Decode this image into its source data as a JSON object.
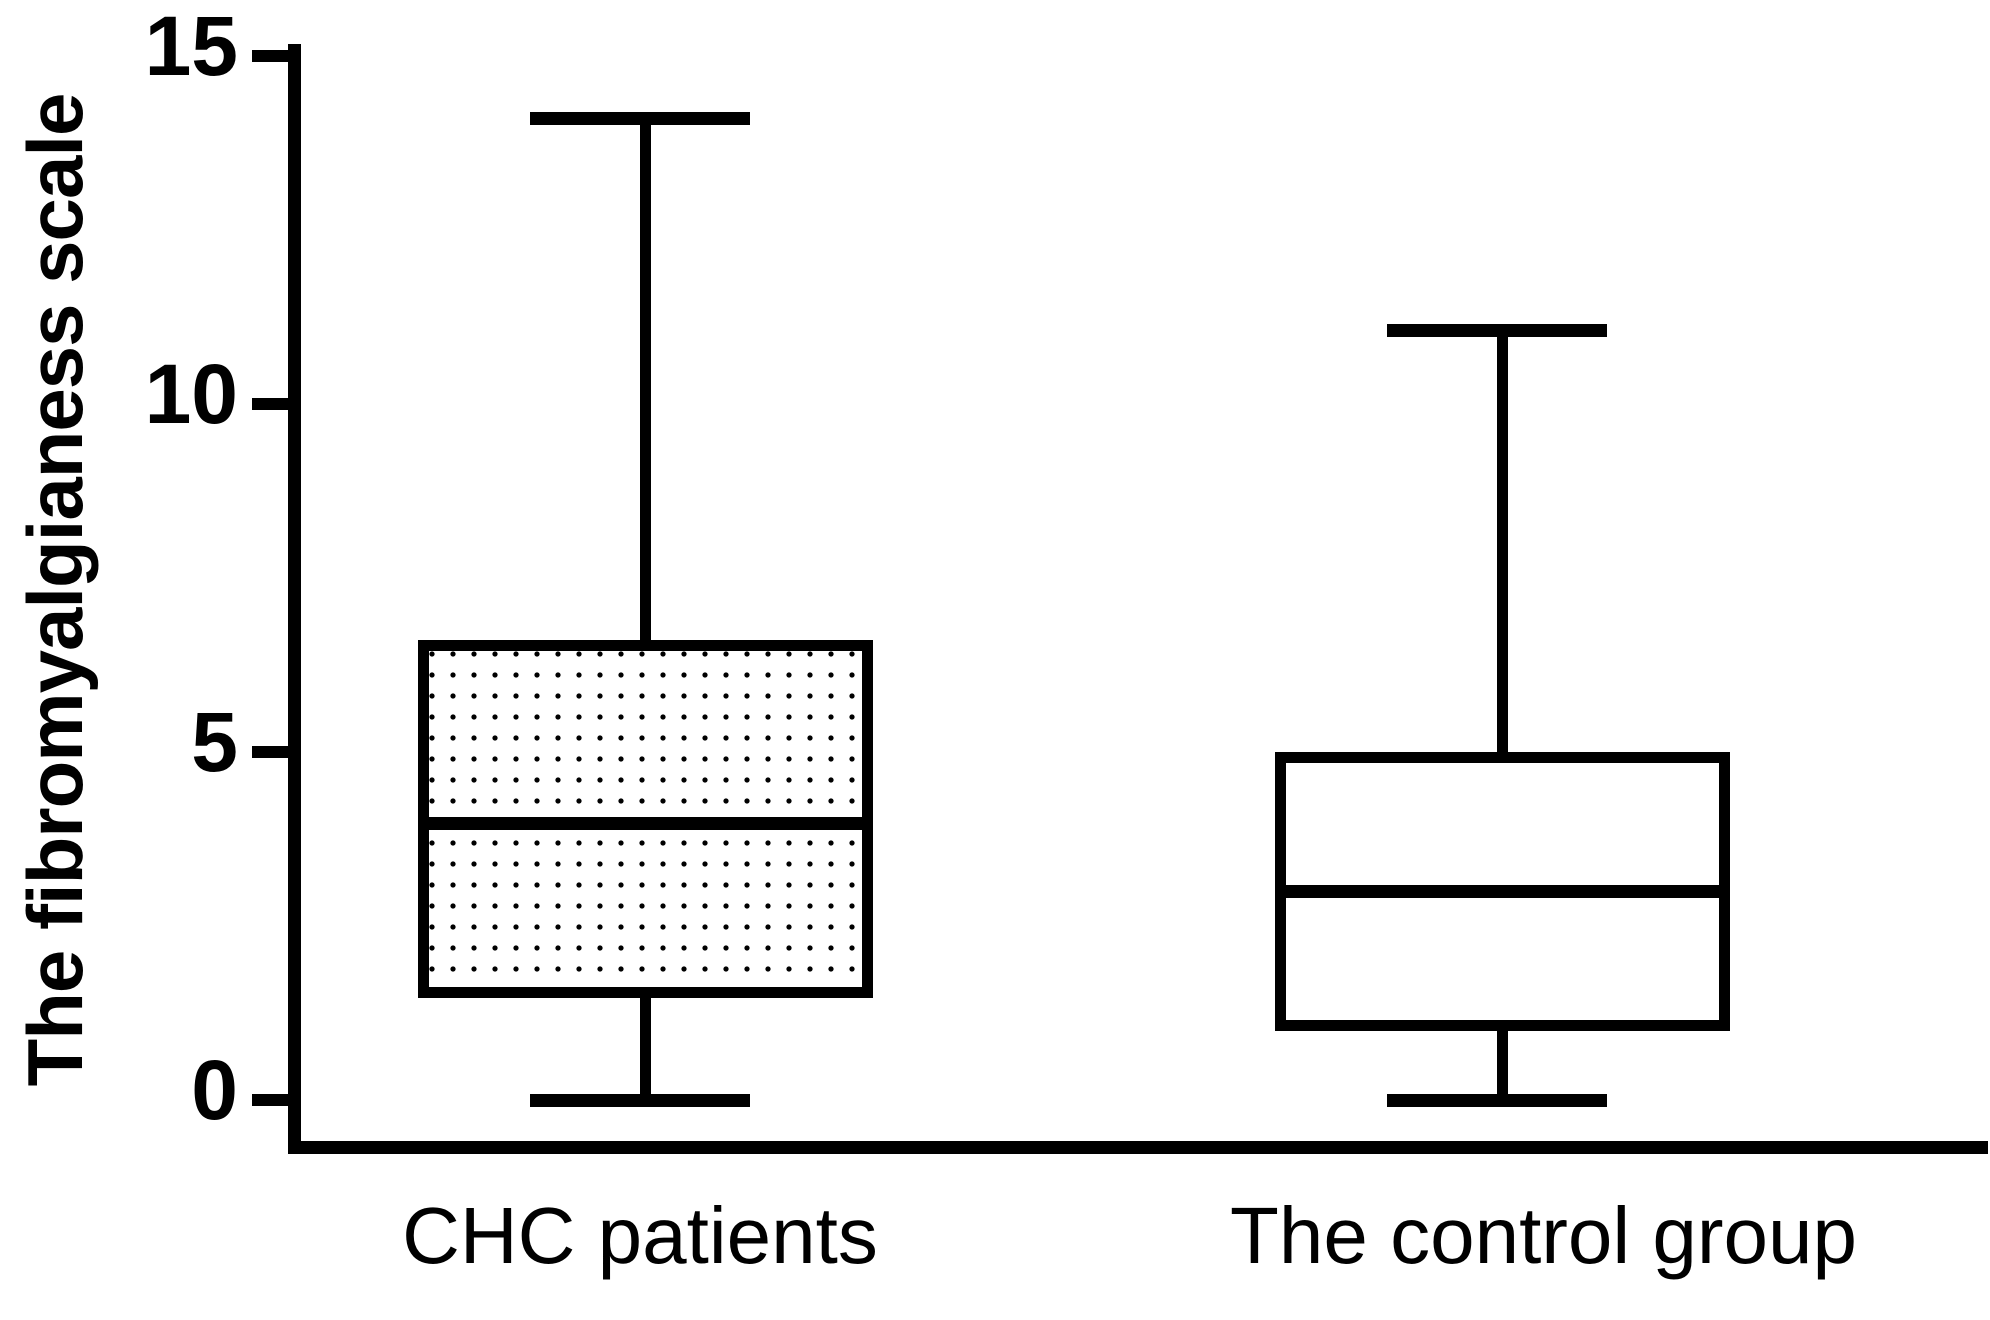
{
  "chart_data": {
    "type": "box",
    "title": "",
    "xlabel": "",
    "ylabel": "The fibromyalgianess scale",
    "ylim": [
      0,
      15
    ],
    "yticks": [
      0,
      5,
      10,
      15
    ],
    "ytick_labels": [
      "0",
      "5",
      "10",
      "15"
    ],
    "grid": false,
    "legend": false,
    "categories": [
      "CHC patients",
      "The control group"
    ],
    "series": [
      {
        "name": "CHC patients",
        "fill": "dotted",
        "min": 0,
        "q1": 1.5,
        "median": 4,
        "q3": 6.4,
        "max": 14
      },
      {
        "name": "The control group",
        "fill": "white",
        "min": 0,
        "q1": 1,
        "median": 3,
        "q3": 5,
        "max": 11
      }
    ]
  },
  "axis": {
    "y_title": "The fibromyalgianess scale",
    "ytick_0": "0",
    "ytick_5": "5",
    "ytick_10": "10",
    "ytick_15": "15"
  },
  "categories": {
    "cat_1": "CHC patients",
    "cat_2": "The control group"
  },
  "colors": {
    "foreground": "#000000",
    "background": "#ffffff",
    "box_fill_1": "#ffffff",
    "box_fill_2": "#ffffff"
  }
}
